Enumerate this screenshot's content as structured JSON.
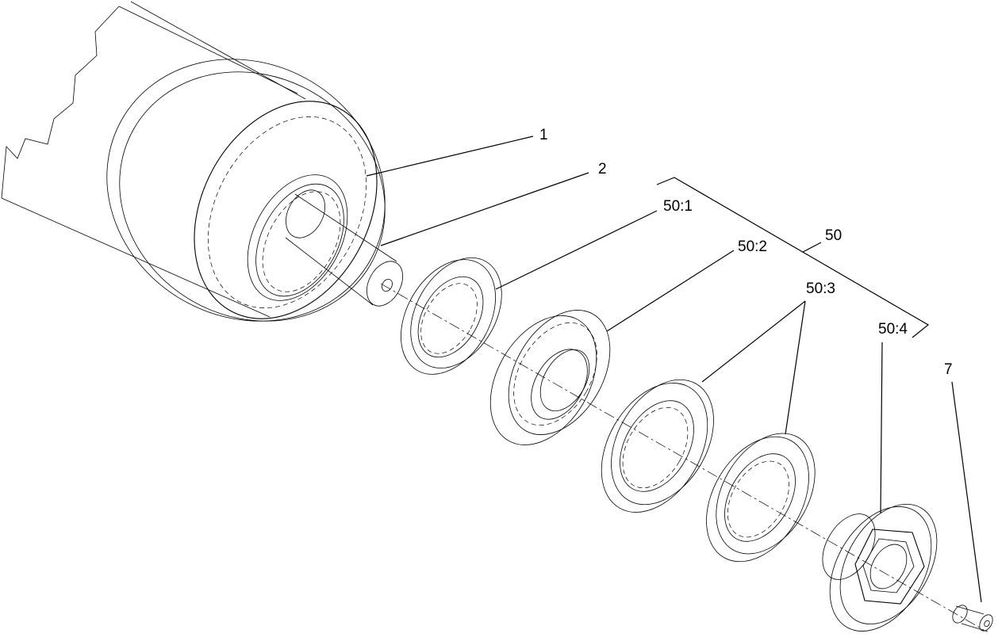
{
  "callouts": {
    "c1": "1",
    "c2": "2",
    "c50": "50",
    "c50_1": "50:1",
    "c50_2": "50:2",
    "c50_3": "50:3",
    "c50_4": "50:4",
    "c7": "7"
  }
}
